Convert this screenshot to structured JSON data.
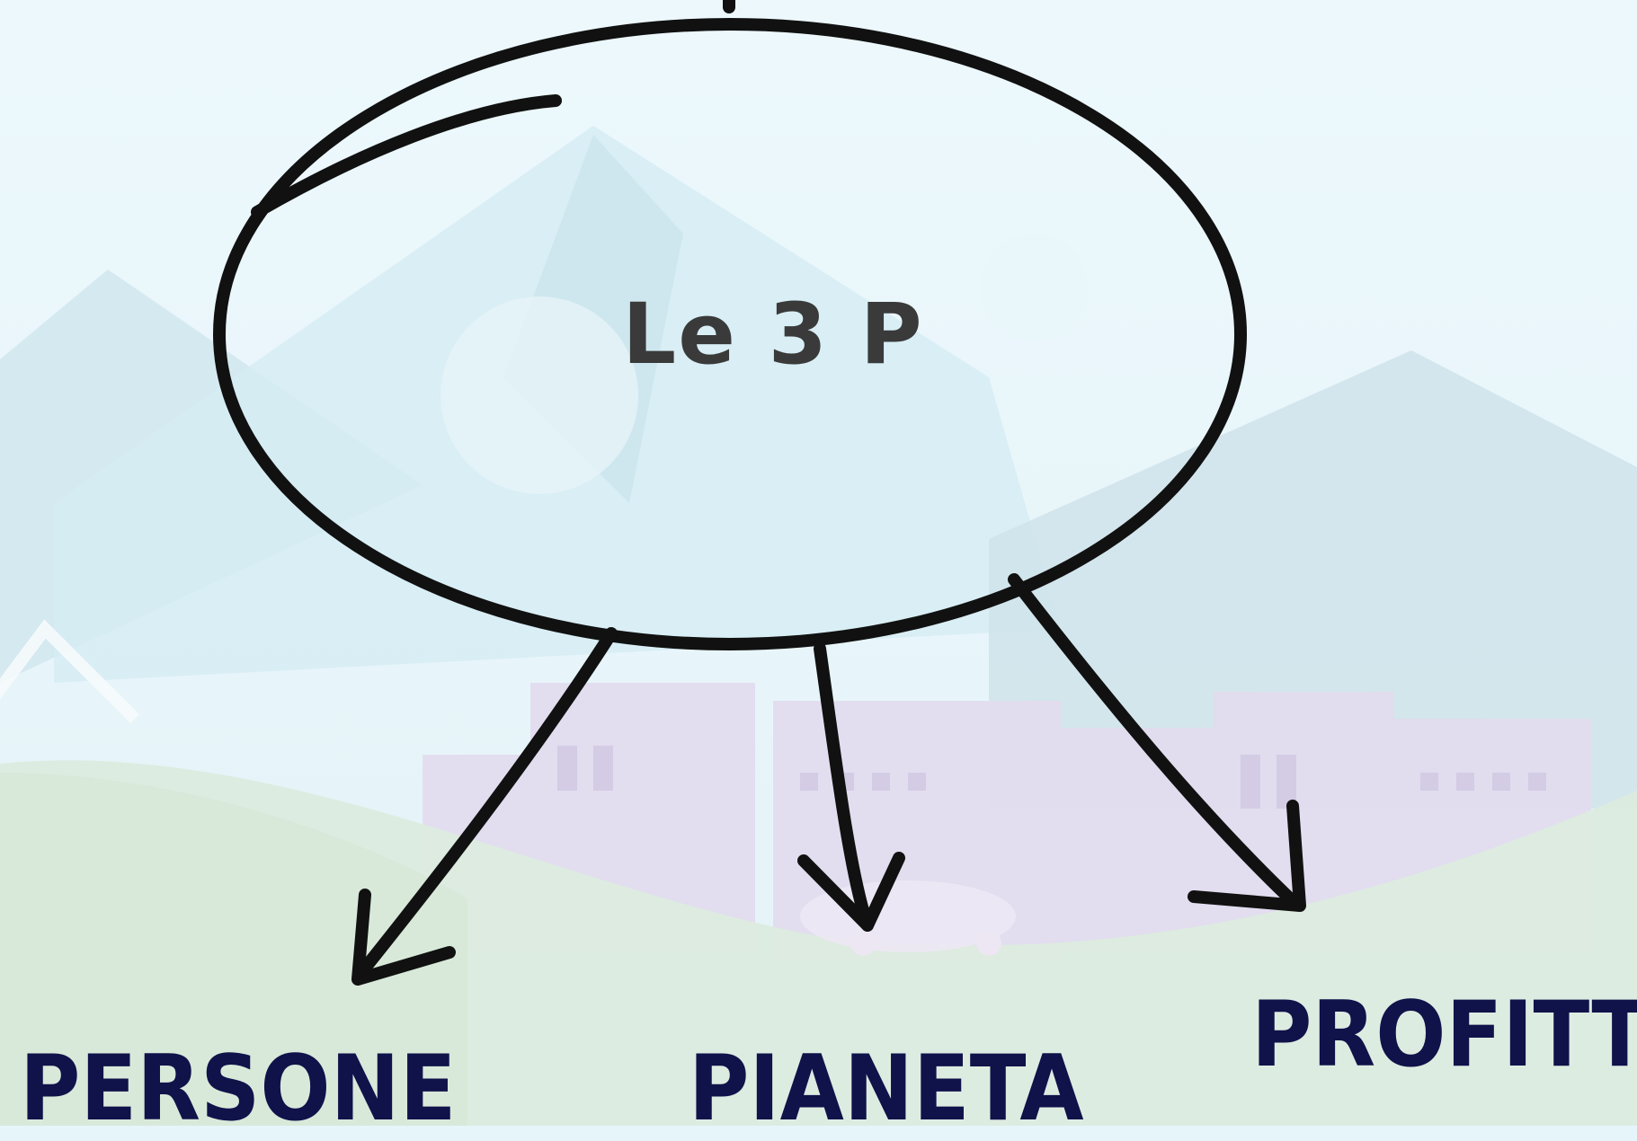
{
  "diagram": {
    "center": {
      "label": "Le 3 P"
    },
    "branches": [
      {
        "label": "PERSONE"
      },
      {
        "label": "PIANETA"
      },
      {
        "label": "PROFITTI"
      }
    ]
  },
  "colors": {
    "background": "#e6f5fa",
    "stroke": "#111111",
    "center_text": "#3a3a3a",
    "branch_text": "#10124a"
  }
}
